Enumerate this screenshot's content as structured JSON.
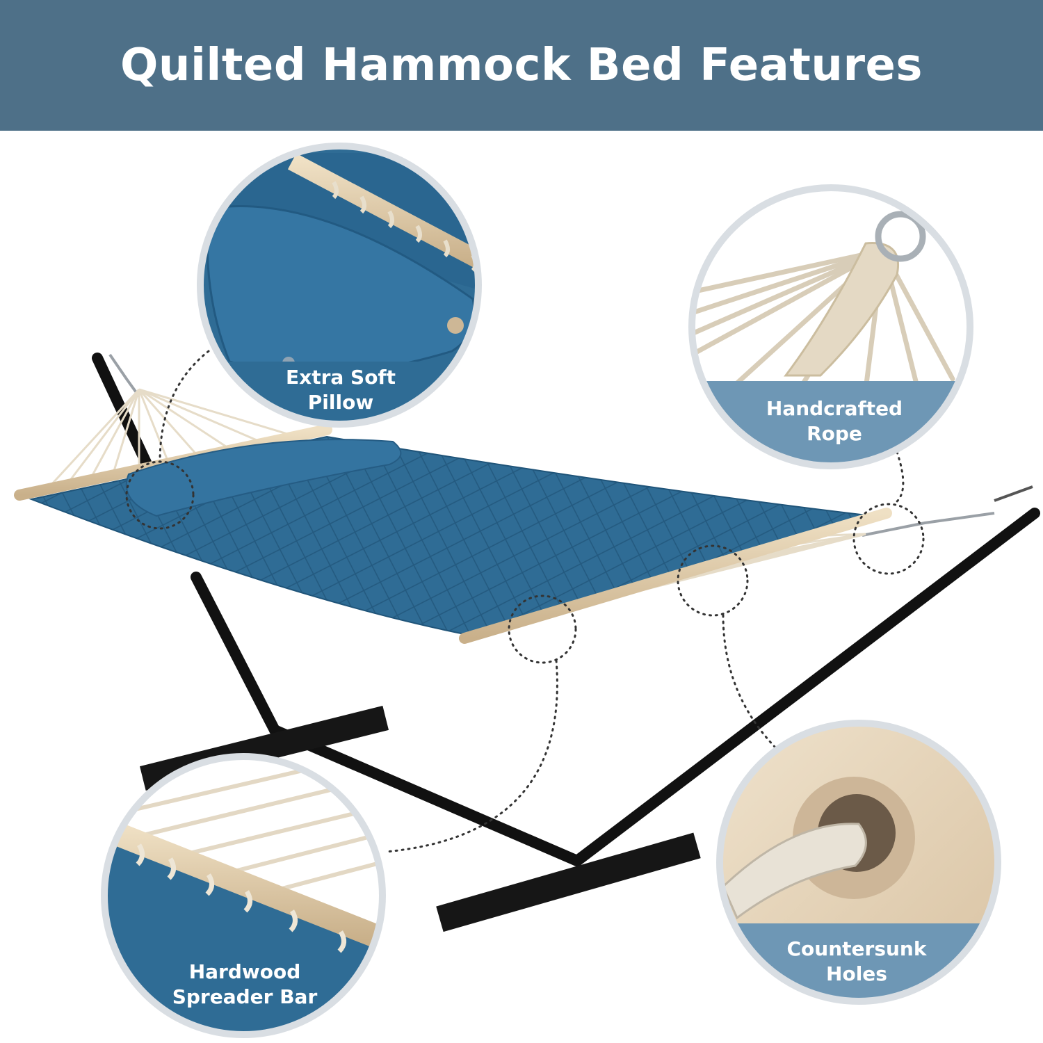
{
  "header": {
    "title": "Quilted Hammock Bed Features"
  },
  "features": [
    {
      "line1": "Extra Soft",
      "line2": "Pillow"
    },
    {
      "line1": "Handcrafted",
      "line2": "Rope"
    },
    {
      "line1": "Hardwood",
      "line2": "Spreader Bar"
    },
    {
      "line1": "Countersunk",
      "line2": "Holes"
    }
  ],
  "colors": {
    "banner": "#4e7088",
    "fabric": "#2f6c95",
    "label_band": "#6e97b5",
    "stand": "#111111",
    "wood": "#dbc6a4",
    "rope": "#eee6d6"
  }
}
